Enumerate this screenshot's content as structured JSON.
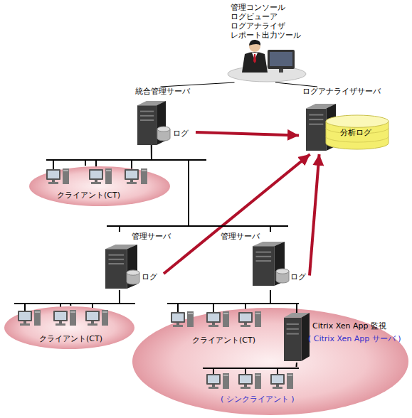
{
  "diagram": {
    "nodes": [
      {
        "text": [
          "管理コンソール",
          "ログビューア",
          "ログアナライザ",
          "レポート出力ツール"
        ]
      },
      {
        "text": [
          "統合管理サーバ",
          "ログ"
        ]
      },
      {
        "text": [
          "ログアナライザサーバ",
          "分析ログ"
        ]
      },
      {
        "text": [
          "クライアント(CT)"
        ]
      },
      {
        "text": [
          "管理サーバ",
          "ログ"
        ]
      },
      {
        "text": [
          "管理サーバ",
          "ログ"
        ]
      },
      {
        "text": [
          "クライアント(CT)"
        ]
      },
      {
        "text": [
          "クライアント(CT)"
        ]
      },
      {
        "text": [
          "Citrix Xen App 監視",
          "( Citrix Xen App サーバ )"
        ],
        "in": 7
      },
      {
        "text": [
          "( シンクライアント )"
        ],
        "in": 7
      }
    ],
    "edges": [
      {
        "from": 0,
        "to": 1,
        "arrow": "none"
      },
      {
        "from": 0,
        "to": 2,
        "arrow": "none"
      },
      {
        "from": 1,
        "to": 2,
        "arrow": "to"
      },
      {
        "from": 4,
        "to": 2,
        "arrow": "to"
      },
      {
        "from": 5,
        "to": 2,
        "arrow": "to"
      },
      {
        "from": 1,
        "to": 3,
        "arrow": "none"
      },
      {
        "from": 1,
        "to": 4,
        "arrow": "none"
      },
      {
        "from": 1,
        "to": 5,
        "arrow": "none"
      },
      {
        "from": 4,
        "to": 6,
        "arrow": "none"
      },
      {
        "from": 5,
        "to": 7,
        "arrow": "none"
      },
      {
        "from": 5,
        "to": 8,
        "arrow": "none"
      },
      {
        "from": 8,
        "to": 9,
        "arrow": "none"
      }
    ]
  }
}
